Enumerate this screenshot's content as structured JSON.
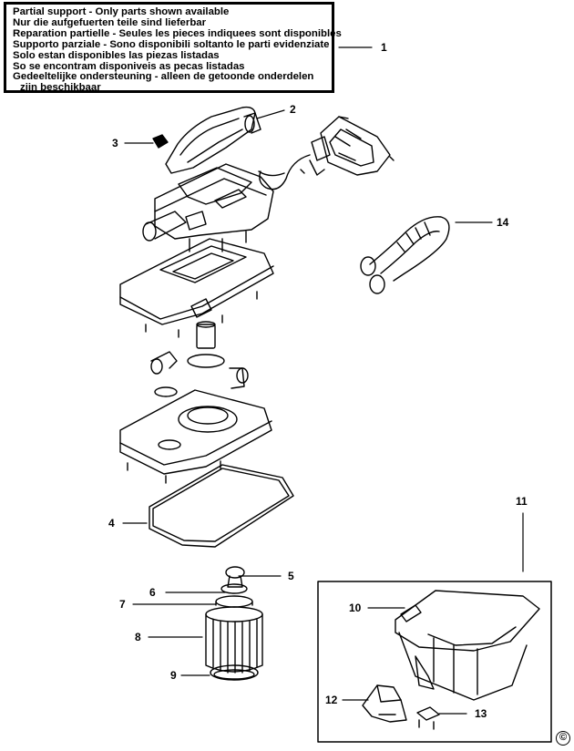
{
  "notice": {
    "lines": [
      "Partial support - Only parts shown available",
      "Nur die aufgefuerten teile sind lieferbar",
      "Reparation partielle - Seules les pieces indiquees sont disponibles",
      "Supporto parziale - Sono disponibili soltanto le parti evidenziate",
      "Solo estan disponibles las piezas listadas",
      "So se encontram disponiveis as pecas listadas",
      "Gedeeltelijke ondersteuning - alleen de getoonde onderdelen",
      "zijn beschikbaar"
    ]
  },
  "callouts": [
    "1",
    "2",
    "3",
    "4",
    "5",
    "6",
    "7",
    "8",
    "9",
    "10",
    "11",
    "12",
    "13",
    "14"
  ],
  "copyright": "©"
}
